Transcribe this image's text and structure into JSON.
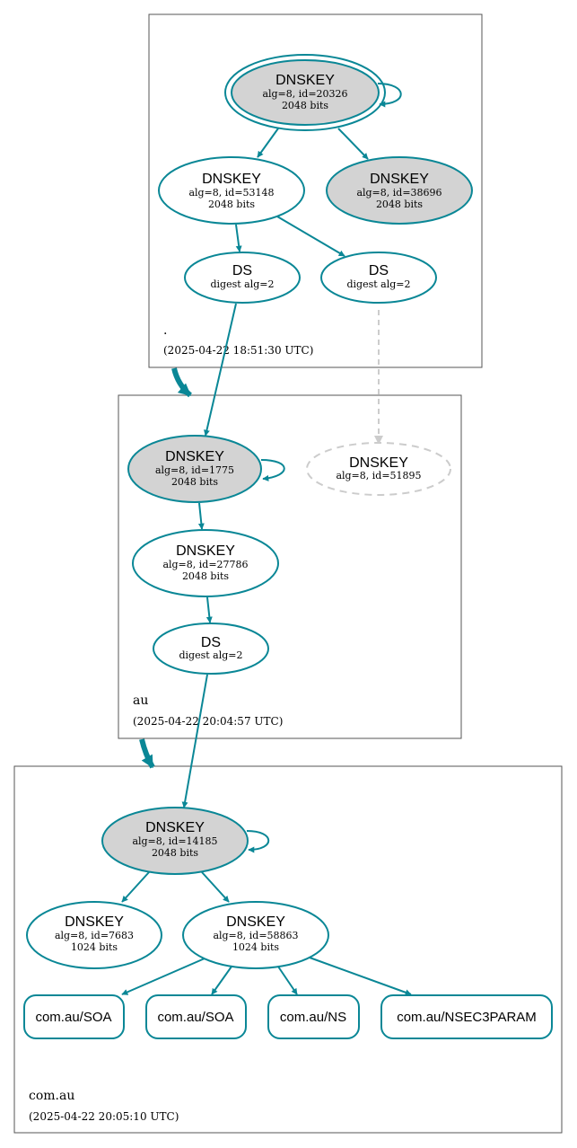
{
  "colors": {
    "edge": "#0a8796",
    "ksk_fill": "#d3d3d3",
    "zsk_fill": "#ffffff",
    "inactive": "#cccccc",
    "zone_border": "#555555"
  },
  "zones": {
    "root": {
      "name": ".",
      "timestamp": "(2025-04-22 18:51:30 UTC)"
    },
    "au": {
      "name": "au",
      "timestamp": "(2025-04-22 20:04:57 UTC)"
    },
    "comau": {
      "name": "com.au",
      "timestamp": "(2025-04-22 20:05:10 UTC)"
    }
  },
  "nodes": {
    "root_ksk": {
      "title": "DNSKEY",
      "line1": "alg=8, id=20326",
      "line2": "2048 bits"
    },
    "root_zsk": {
      "title": "DNSKEY",
      "line1": "alg=8, id=53148",
      "line2": "2048 bits"
    },
    "root_ksk2": {
      "title": "DNSKEY",
      "line1": "alg=8, id=38696",
      "line2": "2048 bits"
    },
    "root_ds1": {
      "title": "DS",
      "line1": "digest alg=2"
    },
    "root_ds2": {
      "title": "DS",
      "line1": "digest alg=2"
    },
    "au_ksk": {
      "title": "DNSKEY",
      "line1": "alg=8, id=1775",
      "line2": "2048 bits"
    },
    "au_missing": {
      "title": "DNSKEY",
      "line1": "alg=8, id=51895"
    },
    "au_zsk": {
      "title": "DNSKEY",
      "line1": "alg=8, id=27786",
      "line2": "2048 bits"
    },
    "au_ds": {
      "title": "DS",
      "line1": "digest alg=2"
    },
    "comau_ksk": {
      "title": "DNSKEY",
      "line1": "alg=8, id=14185",
      "line2": "2048 bits"
    },
    "comau_zsk1": {
      "title": "DNSKEY",
      "line1": "alg=8, id=7683",
      "line2": "1024 bits"
    },
    "comau_zsk2": {
      "title": "DNSKEY",
      "line1": "alg=8, id=58863",
      "line2": "1024 bits"
    }
  },
  "rrsets": {
    "soa1": "com.au/SOA",
    "soa2": "com.au/SOA",
    "ns": "com.au/NS",
    "nsec3param": "com.au/NSEC3PARAM"
  }
}
